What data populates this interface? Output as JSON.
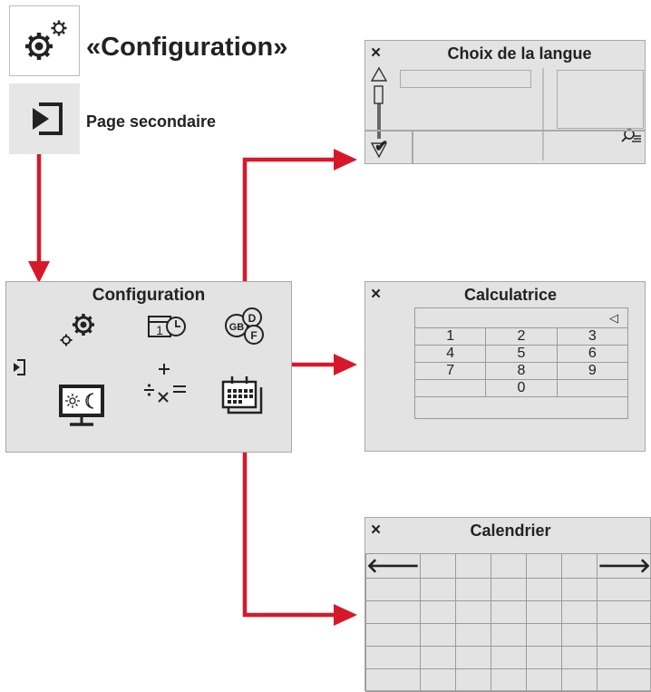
{
  "header": {
    "title": "«Configuration»",
    "secondary_label": "Page secondaire",
    "icon_main": "gears-icon",
    "icon_secondary": "enter-icon"
  },
  "config_panel": {
    "title": "Configuration",
    "icons": [
      "gears-icon",
      "date-time-icon",
      "language-icon",
      "display-day-night-icon",
      "calculator-icon",
      "calendar-icon"
    ]
  },
  "language_panel": {
    "close": "×",
    "title": "Choix de la langue",
    "confirm": "✔"
  },
  "calculator_panel": {
    "close": "×",
    "title": "Calculatrice",
    "backspace": "◁",
    "keys": [
      [
        "1",
        "2",
        "3"
      ],
      [
        "4",
        "5",
        "6"
      ],
      [
        "7",
        "8",
        "9"
      ],
      [
        "",
        "0",
        ""
      ]
    ]
  },
  "calendar_panel": {
    "close": "×",
    "title": "Calendrier",
    "prev": "🡐",
    "next": "🡒"
  },
  "colors": {
    "arrow": "#d7182a",
    "panel": "#e3e3e3",
    "border": "#a8a8a8"
  }
}
